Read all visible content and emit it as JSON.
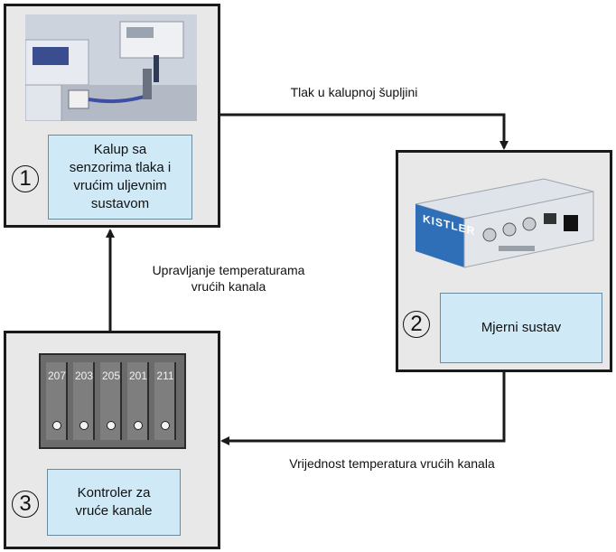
{
  "diagram": {
    "nodes": [
      {
        "id": "mold",
        "number": "1",
        "label": "Kalup sa\nsenzorima tlaka i\nvrućim uljevnim\nsustavom"
      },
      {
        "id": "measure",
        "number": "2",
        "label": "Mjerni sustav"
      },
      {
        "id": "controller",
        "number": "3",
        "label": "Kontroler za\nvruće kanale"
      }
    ],
    "edges": [
      {
        "from": "mold",
        "to": "measure",
        "label": "Tlak u kalupnoj šupljini"
      },
      {
        "from": "measure",
        "to": "controller",
        "label": "Vrijednost temperatura vrućih kanala"
      },
      {
        "from": "controller",
        "to": "mold",
        "label": "Upravljanje temperaturama\nvrućih kanala"
      }
    ]
  },
  "device": {
    "brand": "KISTLER",
    "color": "#2f6fb7"
  },
  "controller_panel": {
    "zones": [
      "207",
      "203",
      "205",
      "201",
      "211"
    ]
  },
  "colors": {
    "box_bg": "#e8e8e8",
    "label_bg": "#cfe9f7",
    "line": "#1a1a1a"
  }
}
